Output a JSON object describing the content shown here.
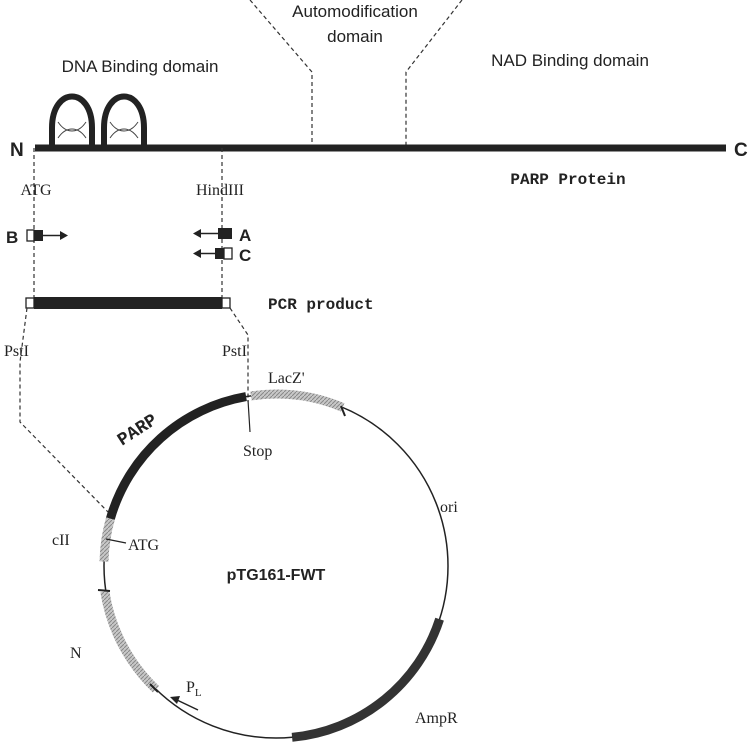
{
  "protein": {
    "domain_dna": "DNA Binding domain",
    "domain_auto_line1": "Automodification",
    "domain_auto_line2": "domain",
    "domain_nad": "NAD Binding domain",
    "n_terminus": "N",
    "c_terminus": "C",
    "protein_label": "PARP Protein"
  },
  "primers": {
    "atg": "ATG",
    "hindiii": "HindIII",
    "b": "B",
    "a": "A",
    "c": "C"
  },
  "pcr": {
    "label": "PCR product",
    "pst_left": "PstI",
    "pst_right": "PstI"
  },
  "plasmid": {
    "name": "pTG161-FWT",
    "parp": "PARP",
    "lacz": "LacZ'",
    "stop": "Stop",
    "ori": "ori",
    "cii": "cII",
    "atg": "ATG",
    "n": "N",
    "pl_main": "P",
    "pl_sub": "L",
    "ampr": "AmpR"
  },
  "colors": {
    "dark": "#222222",
    "hatch": "#aaaaaa",
    "line": "#333333"
  }
}
